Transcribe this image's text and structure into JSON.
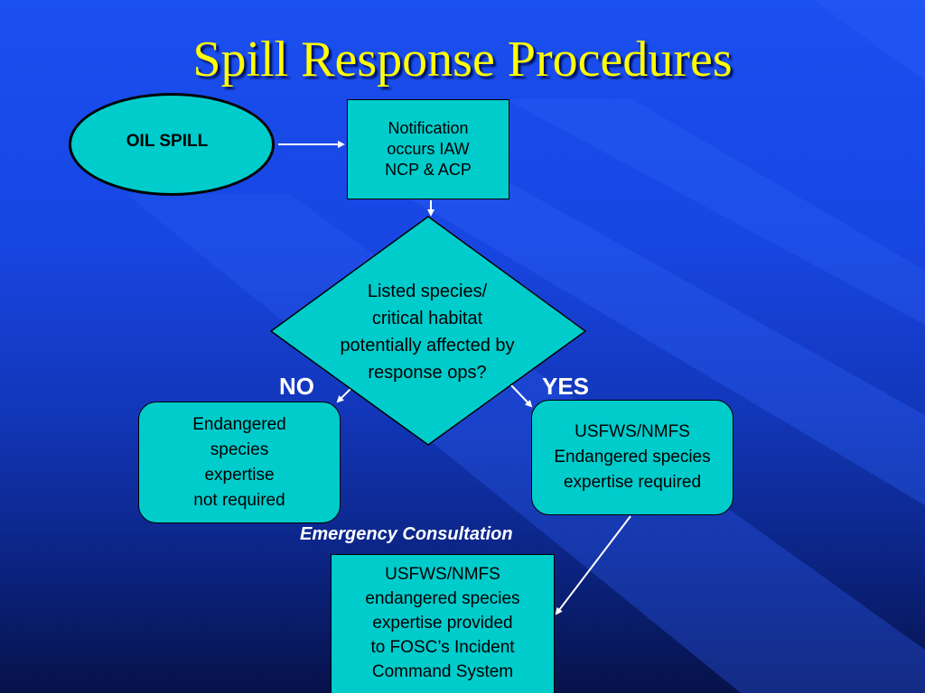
{
  "title": "Spill Response Procedures",
  "colors": {
    "title": "#ffff00",
    "shape_fill": "#00cccc",
    "background": "#1846e2",
    "arrow": "#ffffff"
  },
  "nodes": {
    "oil_spill": "OIL SPILL",
    "notification": "Notification\noccurs IAW\nNCP & ACP",
    "decision": "Listed species/\ncritical habitat\npotentially affected by\nresponse ops?",
    "no_branch": "Endangered\nspecies\nexpertise\nnot required",
    "yes_branch": "USFWS/NMFS\nEndangered species\nexpertise required",
    "provided": "USFWS/NMFS\nendangered species\nexpertise provided\nto FOSC’s Incident\nCommand System"
  },
  "labels": {
    "no": "NO",
    "yes": "YES",
    "consultation": "Emergency Consultation"
  }
}
